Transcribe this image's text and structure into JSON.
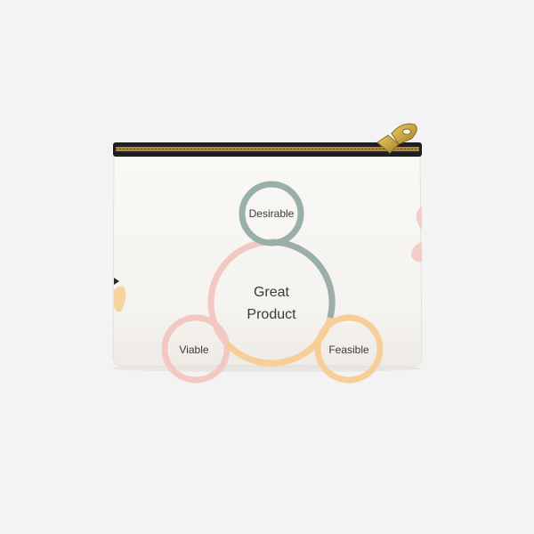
{
  "diagram": {
    "center_lines": [
      "Great",
      "Product"
    ],
    "top_label": "Desirable",
    "left_label": "Viable",
    "right_label": "Feasible"
  },
  "colors": {
    "desirable_ring": "#9aaeaa",
    "viable_ring": "#f3c8c3",
    "feasible_ring": "#f6cf98",
    "pouch": "#f7f5f1",
    "zipper_tape": "#1c1c1c",
    "zipper_pull": "#c9a646"
  }
}
